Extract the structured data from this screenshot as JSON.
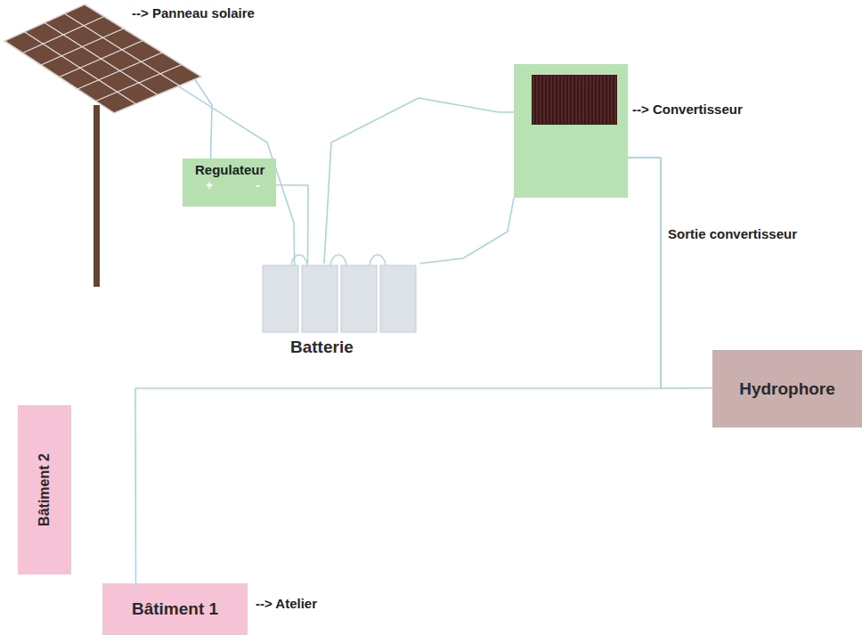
{
  "diagram": {
    "nodes": [
      {
        "text": [
          "--> Panneau solaire"
        ]
      },
      {
        "text": [
          "Regulateur",
          "+",
          "-"
        ]
      },
      {
        "text": [
          "Batterie"
        ]
      },
      {
        "text": [
          "--> Convertisseur"
        ]
      },
      {
        "text": [
          "Hydrophore"
        ]
      },
      {
        "text": [
          "Bâtiment 2"
        ]
      },
      {
        "text": [
          "Bâtiment 1",
          "--> Atelier"
        ]
      }
    ],
    "edges": [
      {
        "from": 0,
        "to": 1,
        "arrow": "none"
      },
      {
        "from": 0,
        "to": 2,
        "arrow": "none"
      },
      {
        "from": 1,
        "to": 2,
        "arrow": "none"
      },
      {
        "from": 2,
        "to": 3,
        "arrow": "none"
      },
      {
        "from": 2,
        "to": 3,
        "arrow": "none"
      },
      {
        "from": 3,
        "to": 4,
        "arrow": "none"
      },
      {
        "from": 3,
        "to": 6,
        "arrow": "none"
      }
    ],
    "labels": [
      "Sortie convertisseur"
    ]
  }
}
